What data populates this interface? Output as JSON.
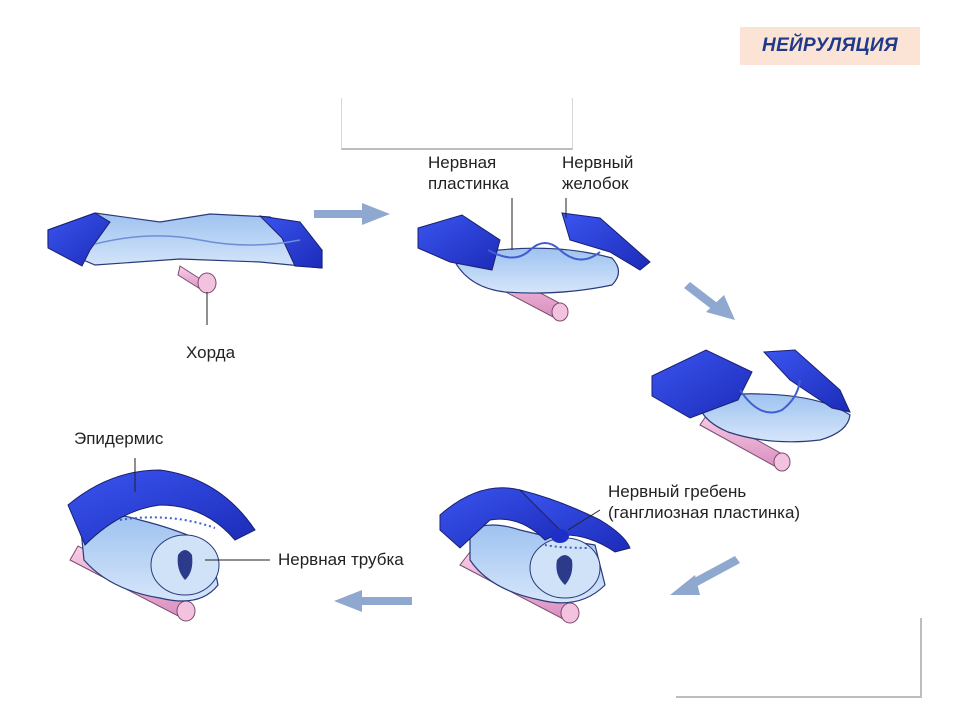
{
  "title": "НЕЙРУЛЯЦИЯ",
  "labels": {
    "neural_plate": [
      "Нервная",
      "пластинка"
    ],
    "neural_groove": [
      "Нервный",
      "желобок"
    ],
    "notochord": "Хорда",
    "epidermis": "Эпидермис",
    "neural_tube": "Нервная трубка",
    "neural_crest": [
      "Нервный гребень",
      "(ганглиозная пластинка)"
    ]
  },
  "colors": {
    "dark_blue": "#2c3fd8",
    "light_blue": "#b8d4f4",
    "mid_blue": "#7fa9e6",
    "notochord_pink": "#f0b4d8",
    "arrow": "#8fa8cf",
    "title_bg": "#fbe4d5",
    "title_text": "#1f3a8a"
  }
}
